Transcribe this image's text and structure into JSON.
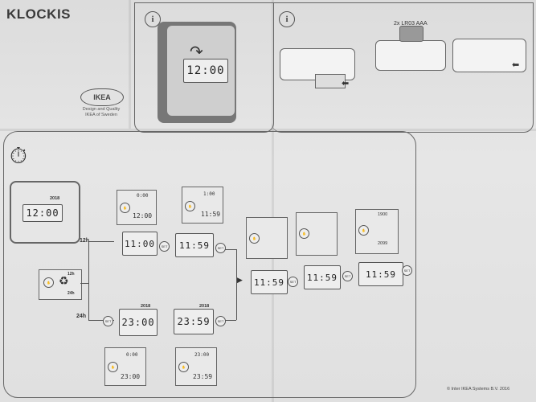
{
  "brand": "KLOCKIS",
  "logo": {
    "name": "IKEA",
    "sub": [
      "Design and Quality",
      "IKEA of Sweden"
    ]
  },
  "battery_note": "2x LR03 AAA",
  "info_symbol": "i",
  "clock_main": {
    "time": "12:00",
    "date": "2018"
  },
  "mode_labels": {
    "h12": "12h",
    "h24": "24h"
  },
  "toggle_box": {
    "line1": "12h",
    "line2": "24h"
  },
  "set_label": "SET",
  "upper_row": {
    "a": {
      "display": "11:00",
      "box_top": "0:00",
      "box_bottom": "12:00"
    },
    "b": {
      "display": "11:59",
      "box_top": "1:00",
      "box_bottom": "11:59"
    }
  },
  "lower_row": {
    "a": {
      "display": "23:00",
      "date": "2018",
      "box_top": "0:00",
      "box_bottom": "23:00"
    },
    "b": {
      "display": "23:59",
      "date": "2018",
      "box_top": "23:00",
      "box_bottom": "23:59"
    }
  },
  "right_row": {
    "a": {
      "display": "11:59"
    },
    "b": {
      "display": "11:59"
    },
    "c": {
      "display": "11:59",
      "box_top": "1900",
      "box_bottom": "2099"
    }
  },
  "copyright": "© Inter IKEA Systems B.V. 2016"
}
